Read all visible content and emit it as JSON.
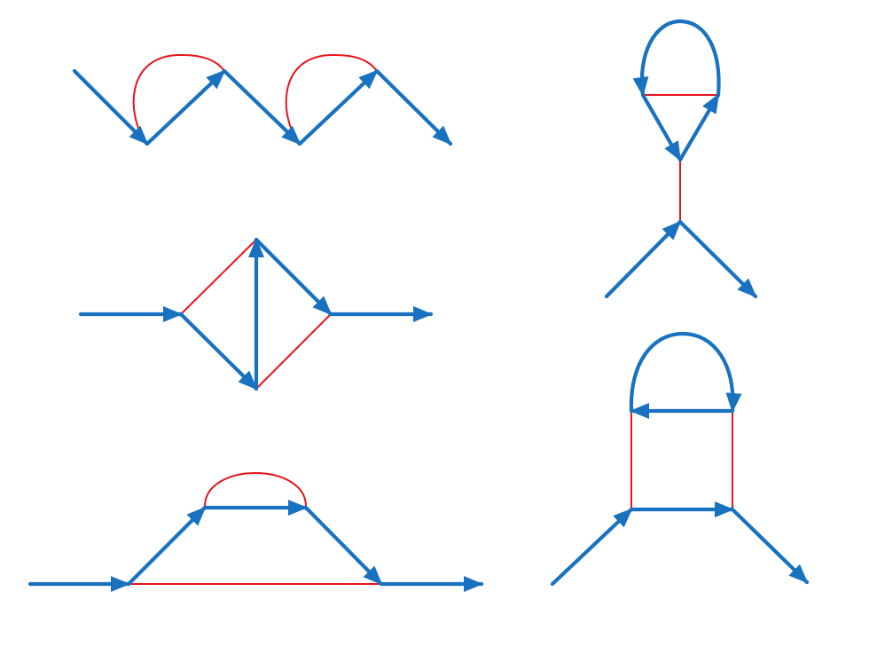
{
  "colors": {
    "fermion_line": "#1872c0",
    "gluon_line": "#e8141c",
    "background": "#ffffff"
  },
  "diagrams": [
    {
      "id": "double-rainbow-chain"
    },
    {
      "id": "diamond-vertex"
    },
    {
      "id": "arched-ladder"
    },
    {
      "id": "self-energy-loop"
    },
    {
      "id": "ladder-with-loop"
    }
  ]
}
